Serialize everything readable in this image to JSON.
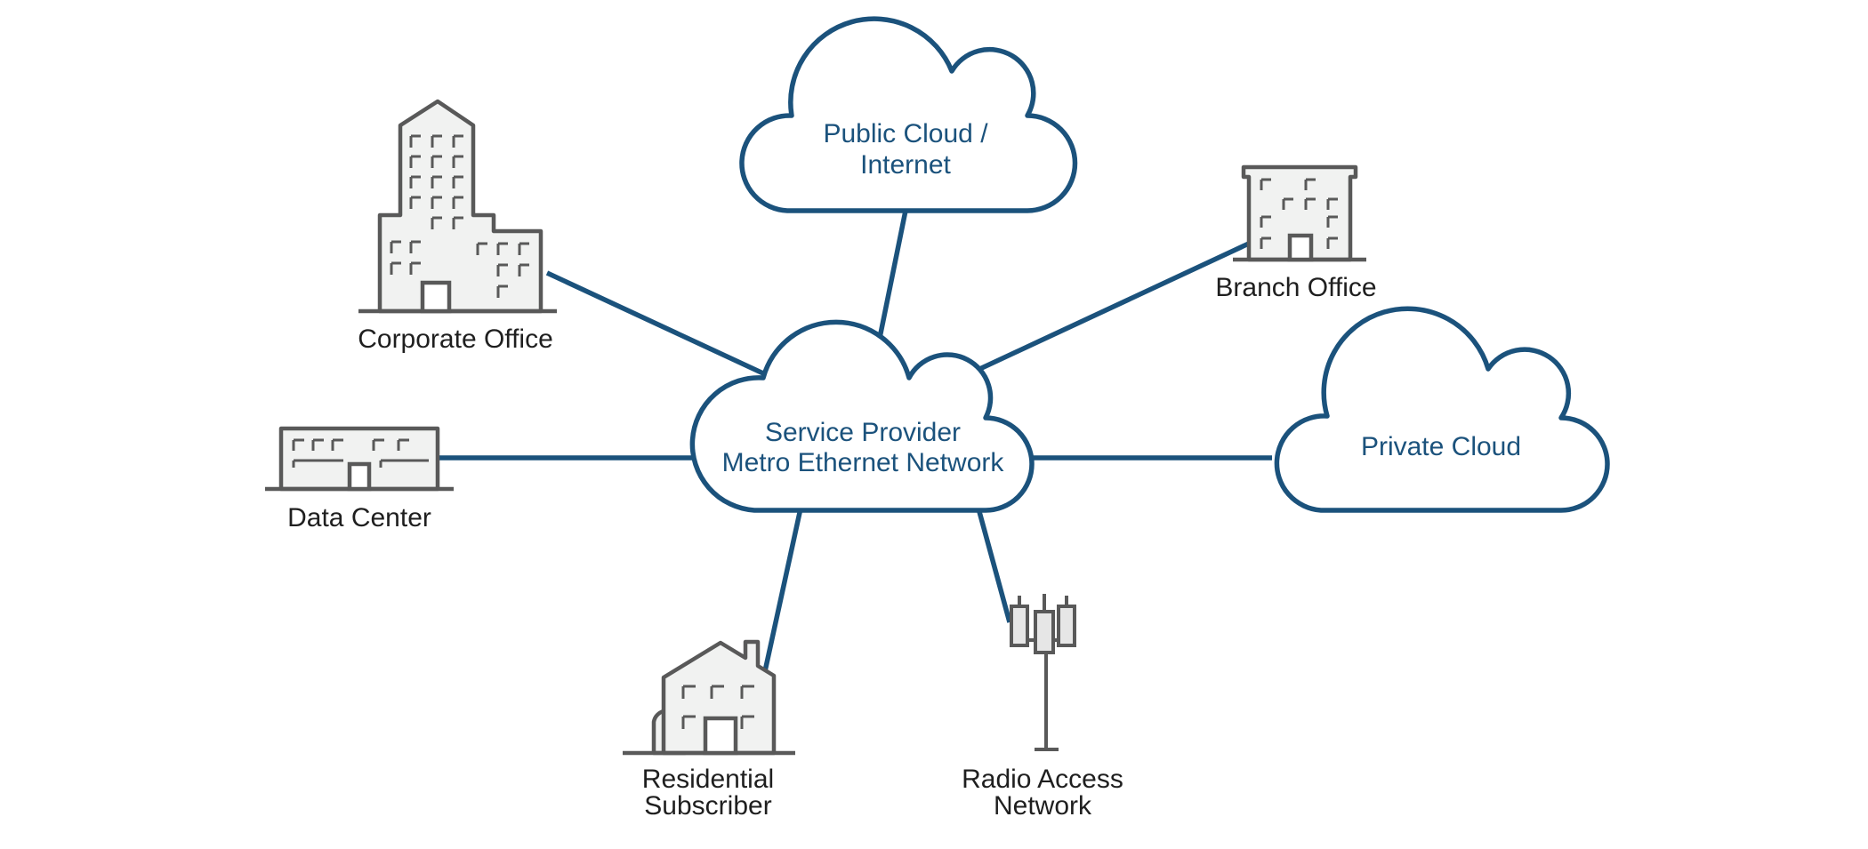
{
  "diagram": {
    "center": {
      "line1": "Service Provider",
      "line2": "Metro Ethernet Network"
    },
    "public_cloud": {
      "line1": "Public Cloud /",
      "line2": "Internet"
    },
    "private_cloud": {
      "label": "Private Cloud"
    },
    "corporate_office": {
      "label": "Corporate Office"
    },
    "branch_office": {
      "label": "Branch Office"
    },
    "data_center": {
      "label": "Data Center"
    },
    "residential": {
      "line1": "Residential",
      "line2": "Subscriber"
    },
    "radio_access": {
      "line1": "Radio Access",
      "line2": "Network"
    }
  },
  "colors": {
    "accent": "#1b527c",
    "icon_stroke": "#595959",
    "icon_fill": "#f1f2f1",
    "text": "#1f1f1f"
  }
}
